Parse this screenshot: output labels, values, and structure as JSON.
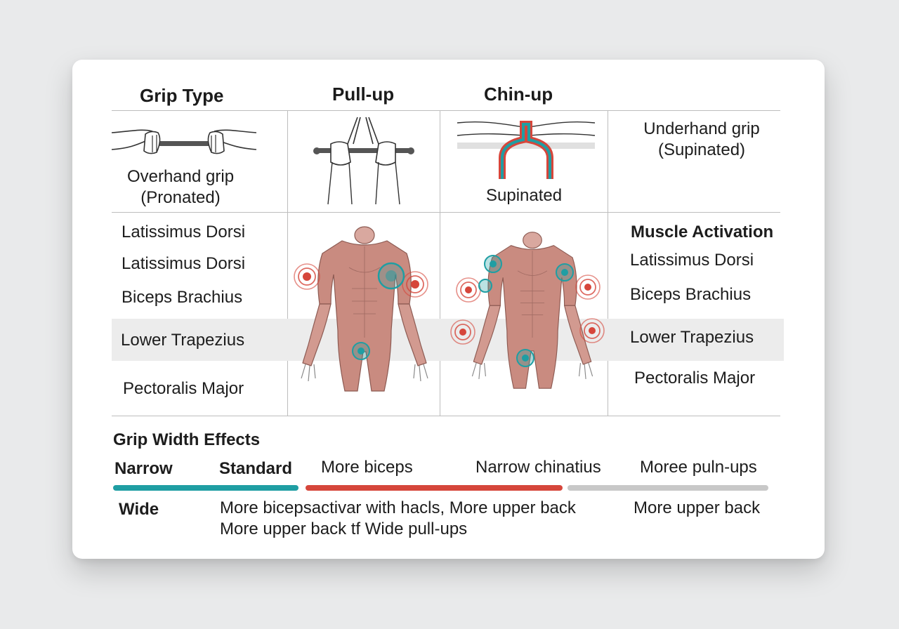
{
  "headers": {
    "grip_type": "Grip Type",
    "pullup": "Pull-up",
    "chinup": "Chin-up"
  },
  "grips": {
    "overhand_line1": "Overhand grip",
    "overhand_line2": "(Pronated)",
    "supinated": "Supinated",
    "underhand_line1": "Underhand grip",
    "underhand_line2": "(Supinated)"
  },
  "muscles_left": [
    "Latissimus Dorsi",
    "Latissimus Dorsi",
    "Biceps Brachius",
    "Lower Trapezius",
    "Pectoralis Major"
  ],
  "muscle_activation": {
    "title": "Muscle Activation",
    "items": [
      "Latissimus Dorsi",
      "Biceps Brachius",
      "Lower Trapezius",
      "Pectoralis Major"
    ]
  },
  "grip_width": {
    "title": "Grip Width Effects",
    "narrow": "Narrow",
    "standard": "Standard",
    "more_biceps": "More biceps",
    "narrow_chinatius": "Narrow chinatius",
    "moree_pulnups": "Moree puln-ups",
    "wide": "Wide",
    "wide_desc_line1": "More bicepsactivar with hacls, More upper back",
    "wide_desc_line2": "More upper back tf Wide pull-ups",
    "more_upper_back": "More upper back"
  },
  "colors": {
    "teal": "#1f9ea3",
    "red": "#d6463b",
    "gray": "#c8c8c8",
    "muscle": "#c98b80"
  }
}
